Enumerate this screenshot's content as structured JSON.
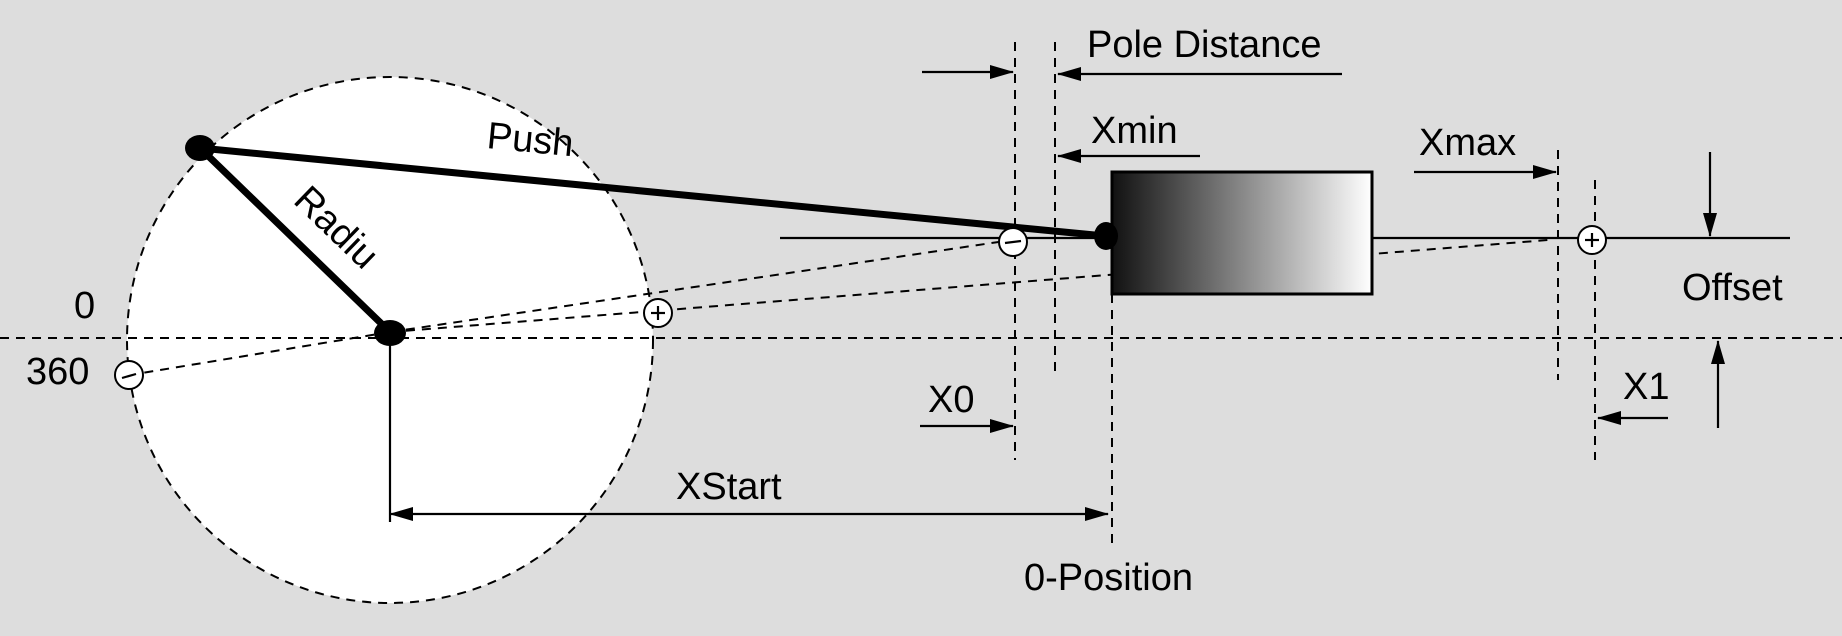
{
  "labels": {
    "pole_distance": "Pole Distance",
    "push": "Push",
    "radius": "Radiu",
    "xmin": "Xmin",
    "xmax": "Xmax",
    "offset": "Offset",
    "angle_zero": "0",
    "angle_360": "360",
    "x0": "X0",
    "x1": "X1",
    "xstart": "XStart",
    "zero_position": "0-Position"
  },
  "colors": {
    "background": "#dddddd",
    "circle_fill": "#ffffff",
    "line": "#000000",
    "piston_dark": "#111111",
    "piston_light": "#ffffff"
  }
}
